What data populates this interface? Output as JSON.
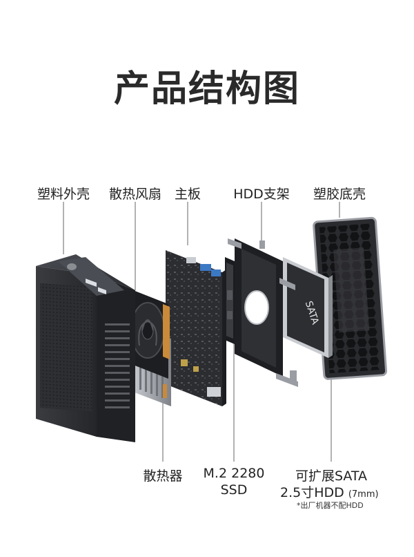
{
  "title": "产品结构图",
  "labels": {
    "plastic_shell": "塑料外壳",
    "cooling_fan": "散热风扇",
    "motherboard": "主板",
    "hdd_bracket": "HDD支架",
    "plastic_bottom": "塑胶底壳",
    "heatsink": "散热器",
    "m2_line1": "M.2 2280",
    "m2_line2": "SSD",
    "sata_line1": "可扩展SATA",
    "sata_line2": "2.5寸HDD",
    "sata_size": "(7mm)",
    "hdd_note": "*出厂机器不配HDD",
    "ssd_text": "SATA"
  },
  "colors": {
    "shell": "#2b2d31",
    "metal": "#9a9da3",
    "board": "#2f3034",
    "leader": "#666666"
  }
}
